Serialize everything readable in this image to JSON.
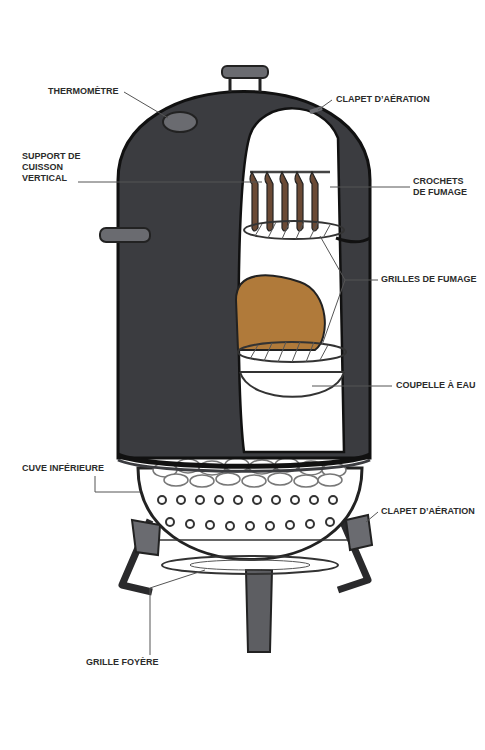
{
  "diagram": {
    "labels": [
      "THERMOMÈTRE",
      "CLAPET D’AÉRATION",
      "SUPPORT DE CUISSON VERTICAL",
      "CROCHETS DE FUMAGE",
      "GRILLES DE FUMAGE",
      "COUPELLE À EAU",
      "CUVE INFÉRIEURE",
      "CLAPET D’AÉRATION",
      "GRILLE FOYÈRE"
    ]
  }
}
